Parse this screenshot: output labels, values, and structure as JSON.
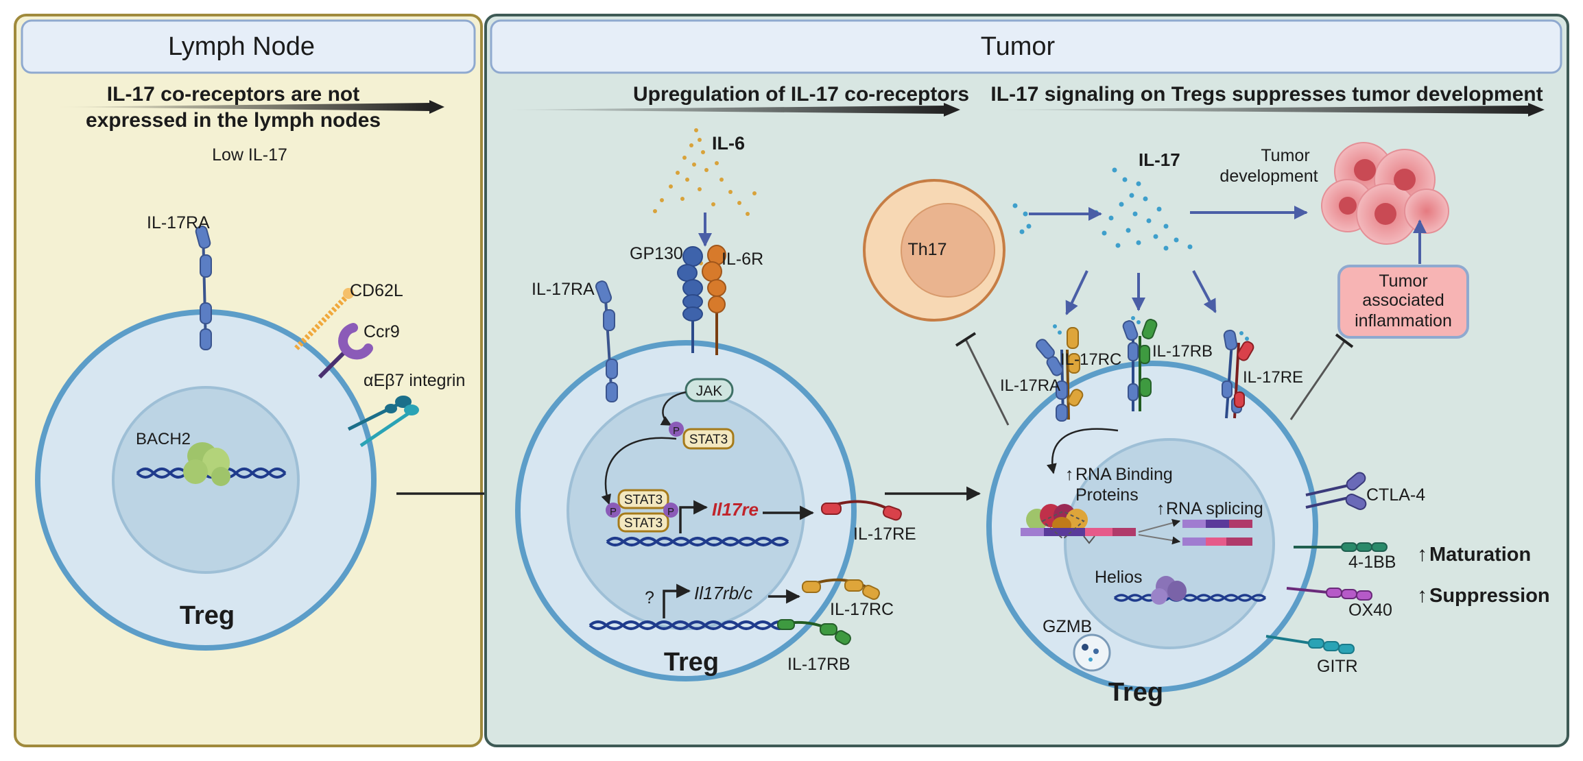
{
  "panels": {
    "lymph_node": {
      "title": "Lymph Node",
      "headline_line1": "IL-17 co-receptors are not",
      "headline_line2": "expressed in the lymph nodes",
      "low_il17": "Low IL-17",
      "il17ra": "IL-17RA",
      "cd62l": "CD62L",
      "ccr9": "Ccr9",
      "integrin": "αEβ7 integrin",
      "bach2": "BACH2",
      "cell": "Treg"
    },
    "tumor": {
      "title": "Tumor",
      "headline_mid": "Upregulation of IL-17 co-receptors",
      "headline_right": "IL-17 signaling on Tregs suppresses tumor development",
      "il6": "IL-6",
      "gp130": "GP130",
      "il6r": "IL-6R",
      "il17ra_mid": "IL-17RA",
      "jak": "JAK",
      "p": "P",
      "stat3": "STAT3",
      "gene_il17re": "Il17re",
      "gene_il17rbc": "Il17rb/c",
      "question": "?",
      "il17re_mid": "IL-17RE",
      "il17rc_mid": "IL-17RC",
      "il17rb_mid": "IL-17RB",
      "cell_mid": "Treg",
      "th17": "Th17",
      "il17": "IL-17",
      "tumor_dev_line1": "Tumor",
      "tumor_dev_line2": "development",
      "tai_line1": "Tumor",
      "tai_line2": "associated",
      "tai_line3": "inflammation",
      "il17ra_right": "IL-17RA",
      "il17rc_right": "IL-17RC",
      "il17rb_right": "IL-17RB",
      "il17re_right": "IL-17RE",
      "rbp_line1": "RNA Binding",
      "rbp_line2": "Proteins",
      "rna_splicing": "RNA splicing",
      "helios": "Helios",
      "gzmb": "GZMB",
      "ctla4": "CTLA-4",
      "fourone_bb": "4-1BB",
      "ox40": "OX40",
      "gitr": "GITR",
      "maturation": "Maturation",
      "suppression": "Suppression",
      "cell_right": "Treg"
    }
  },
  "colors": {
    "lymph_bg": "#f4f1d3",
    "lymph_border": "#a08a3c",
    "tumor_bg": "#d8e6e2",
    "tumor_border": "#3e5a55",
    "header_bg": "#e6eef8",
    "header_border": "#8fa9cf",
    "cell_membrane": "#5c9dc8",
    "cell_fill": "#d7e6f1",
    "nucleus_fill": "#bcd4e4",
    "receptor_blue": "#4c6fb4",
    "il6_orange": "#d77a2b",
    "il17_dot": "#3e9fcb",
    "th17_outer": "#f7d8b4",
    "th17_inner": "#eab48f",
    "tai_fill": "#f7b4b4",
    "arrow_dark": "#222222",
    "arrow_blue": "#4a5ea6"
  }
}
